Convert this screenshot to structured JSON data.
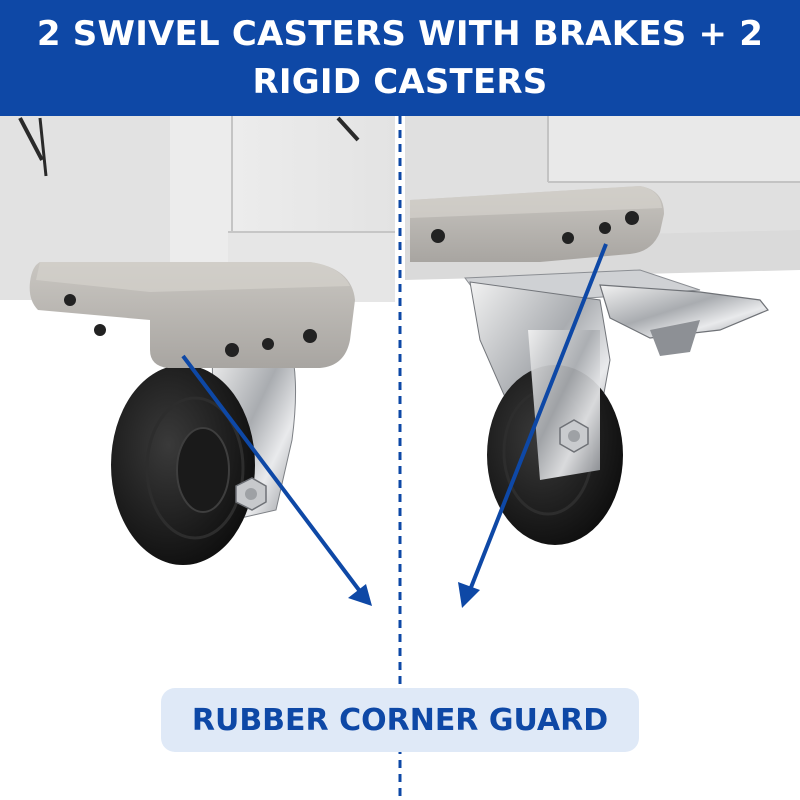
{
  "banner": {
    "title": "2 SWIVEL CASTERS WITH BRAKES + 2 RIGID CASTERS"
  },
  "label": {
    "text": "RUBBER CORNER GUARD"
  },
  "colors": {
    "banner_bg": "#0e48a6",
    "banner_text": "#ffffff",
    "label_bg": "#dfe9f7",
    "label_text": "#0e48a6",
    "arrow": "#0e48a6",
    "divider": "#0e48a6"
  },
  "icons": [
    "rigid-caster-photo",
    "swivel-caster-with-brake-photo",
    "arrow-icon",
    "divider-line"
  ]
}
